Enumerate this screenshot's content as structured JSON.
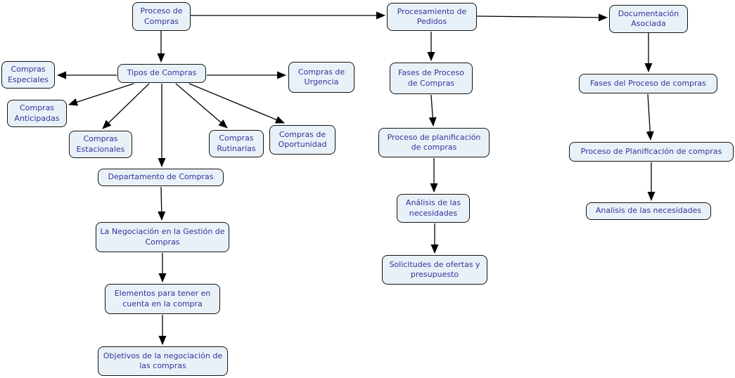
{
  "diagram": {
    "type": "concept-map",
    "language": "es",
    "colors": {
      "background": "#ffffff",
      "node_fill": "#e9f1f8",
      "node_border": "#131313",
      "node_text": "#333399",
      "arrow": "#000000"
    },
    "nodes": {
      "proceso_compras": {
        "label": "Proceso de Compras"
      },
      "procesamiento_pedidos": {
        "label": "Procesamiento de Pedidos"
      },
      "documentacion_asociada": {
        "label": "Documentación Asociada"
      },
      "tipos_compras": {
        "label": "Tipos de Compras"
      },
      "compras_especiales": {
        "label": "Compras Especiales"
      },
      "compras_anticipadas": {
        "label": "Compras Anticipadas"
      },
      "compras_estacionales": {
        "label": "Compras Estacionales"
      },
      "compras_rutinarias": {
        "label": "Compras Rutinarias"
      },
      "compras_oportunidad": {
        "label": "Compras de Oportunidad"
      },
      "compras_urgencia": {
        "label": "Compras de Urgencia"
      },
      "departamento_compras": {
        "label": "Departamento de Compras"
      },
      "negociacion_gestion": {
        "label": "La Negociación en la Gestión de Compras"
      },
      "elementos_compra": {
        "label": "Elementos para tener en cuenta en la compra"
      },
      "objetivos_negociacion": {
        "label": "Objetivos de la negociación de las compras"
      },
      "fases_proceso": {
        "label": "Fases de Proceso de Compras"
      },
      "proceso_planificacion": {
        "label": "Proceso de planificación de compras"
      },
      "analisis_necesidades": {
        "label": "Análisis de las necesidades"
      },
      "solicitudes_ofertas": {
        "label": "Solicitudes de ofertas y presupuesto"
      },
      "fases_proceso_doc": {
        "label": "Fases del Proceso de compras"
      },
      "proceso_planificacion_doc": {
        "label": "Proceso de Planificación de compras"
      },
      "analisis_necesidades_doc": {
        "label": "Analisis de las necesidades"
      }
    },
    "edges": [
      {
        "from": "proceso_compras",
        "to": "procesamiento_pedidos"
      },
      {
        "from": "procesamiento_pedidos",
        "to": "documentacion_asociada"
      },
      {
        "from": "proceso_compras",
        "to": "tipos_compras"
      },
      {
        "from": "tipos_compras",
        "to": "compras_especiales"
      },
      {
        "from": "tipos_compras",
        "to": "compras_anticipadas"
      },
      {
        "from": "tipos_compras",
        "to": "compras_estacionales"
      },
      {
        "from": "tipos_compras",
        "to": "departamento_compras"
      },
      {
        "from": "tipos_compras",
        "to": "compras_rutinarias"
      },
      {
        "from": "tipos_compras",
        "to": "compras_oportunidad"
      },
      {
        "from": "tipos_compras",
        "to": "compras_urgencia"
      },
      {
        "from": "departamento_compras",
        "to": "negociacion_gestion"
      },
      {
        "from": "negociacion_gestion",
        "to": "elementos_compra"
      },
      {
        "from": "elementos_compra",
        "to": "objetivos_negociacion"
      },
      {
        "from": "procesamiento_pedidos",
        "to": "fases_proceso"
      },
      {
        "from": "fases_proceso",
        "to": "proceso_planificacion"
      },
      {
        "from": "proceso_planificacion",
        "to": "analisis_necesidades"
      },
      {
        "from": "analisis_necesidades",
        "to": "solicitudes_ofertas"
      },
      {
        "from": "documentacion_asociada",
        "to": "fases_proceso_doc"
      },
      {
        "from": "fases_proceso_doc",
        "to": "proceso_planificacion_doc"
      },
      {
        "from": "proceso_planificacion_doc",
        "to": "analisis_necesidades_doc"
      }
    ]
  }
}
